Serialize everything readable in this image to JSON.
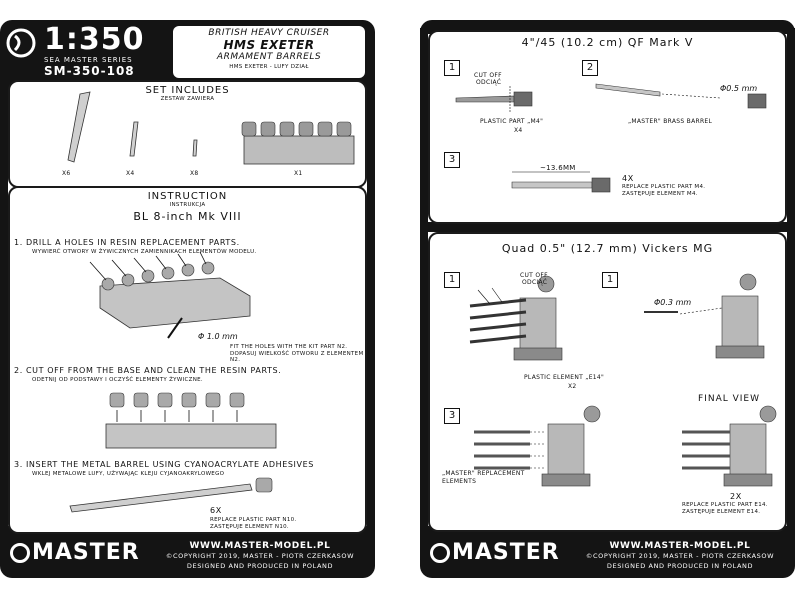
{
  "left": {
    "header": {
      "scale": "1:350",
      "series": "SEA MASTER SERIES",
      "code": "SM-350-108",
      "line1": "British heavy cruiser",
      "line2": "HMS Exeter",
      "line3": "armament barrels",
      "subtitle": "HMS Exeter - Lufy dział"
    },
    "set": {
      "title": "Set includes",
      "subtitle": "Zestaw zawiera",
      "counts": [
        "x6",
        "x4",
        "x8",
        "x1"
      ]
    },
    "instruction": {
      "title": "Instruction",
      "subtitle": "Instrukcja",
      "gun": "BL 8-inch Mk VIII",
      "step1": "1. Drill a holes in resin replacement parts.",
      "step1_pl": "Wywierć otwory w żywicznych zamiennikach elementów modelu.",
      "dia": "Φ 1.0 mm",
      "fit_en": "Fit the holes with the kit part N2.",
      "fit_pl": "Dopasuj wielkość otworu z elementem N2.",
      "step2": "2. Cut off from the base and clean the resin parts.",
      "step2_pl": "Odetnij od podstawy i oczyść elementy żywiczne.",
      "step3": "3. Insert the metal barrel using Cyanoacrylate adhesives",
      "step3_pl": "Wklej metalowe lufy, używając kleju cyjanoakrylowego",
      "qty": "6x",
      "replace_en": "Replace plastic part N10.",
      "replace_pl": "Zastępuje element N10."
    },
    "footer": {
      "brand": "MASTER",
      "url": "WWW.MASTER-MODEL.PL",
      "copyright": "©COPYRIGHT 2019, MASTER - Piotr Czerkasow",
      "made": "DESIGNED AND PRODUCED IN POLAND"
    }
  },
  "right": {
    "gun1": {
      "title": "4\"/45 (10.2 cm) QF Mark V",
      "step1": "1",
      "step2": "2",
      "step3": "3",
      "cutoff": "CUT OFF",
      "cutoff_pl": "ODCIĄĆ",
      "plastic": "PLASTIC PART „M4\"",
      "plastic_qty": "x4",
      "brass": "„MASTER\" BRASS BARREL",
      "dia": "Φ0.5 mm",
      "length": "~13.6mm",
      "qty": "4x",
      "replace_en": "Replace plastic part M4.",
      "replace_pl": "Zastępuje element M4."
    },
    "gun2": {
      "title": "Quad 0.5\" (12.7 mm) Vickers MG",
      "step1": "1",
      "step1b": "1",
      "step3": "3",
      "cutoff": "CUT OFF",
      "cutoff_pl": "ODCIĄĆ",
      "dia": "Φ0.3 mm",
      "plastic": "PLASTIC ELEMENT „E14\"",
      "plastic_qty": "x2",
      "master_repl": "„MASTER\" REPLACEMENT",
      "elements": "ELEMENTS",
      "final": "FINAL VIEW",
      "qty": "2x",
      "replace_en": "Replace plastic part E14.",
      "replace_pl": "Zastępuje element E14."
    },
    "footer": {
      "brand": "MASTER",
      "url": "WWW.MASTER-MODEL.PL",
      "copyright": "©COPYRIGHT 2019, MASTER - Piotr Czerkasow",
      "made": "DESIGNED AND PRODUCED IN POLAND"
    }
  }
}
